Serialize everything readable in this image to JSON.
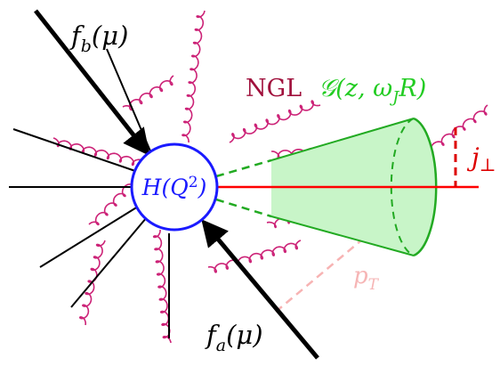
{
  "labels": {
    "fb": "f",
    "fb_sub": "b",
    "fb_arg": "(μ)",
    "fa": "f",
    "fa_sub": "a",
    "fa_arg": "(μ)",
    "hard": "H(Q",
    "hard_sup": "2",
    "hard_close": ")",
    "ngl": "NGL",
    "jet_func": "𝒢(z, ω",
    "jet_func_sub": "J",
    "jet_func_tail": "R)",
    "jperp": "j",
    "jperp_sub": "⊥",
    "pt": "p",
    "pt_sub": "T"
  },
  "colors": {
    "hard_vertex": "#1a1aff",
    "jet_axis": "#ff0000",
    "jet_cone": "#22aa22",
    "jet_fill": "#c8f5c8",
    "gluon": "#cc2277",
    "ngl_text": "#a0103c",
    "pt_text": "#f6b5b5",
    "lines": "#000000"
  }
}
